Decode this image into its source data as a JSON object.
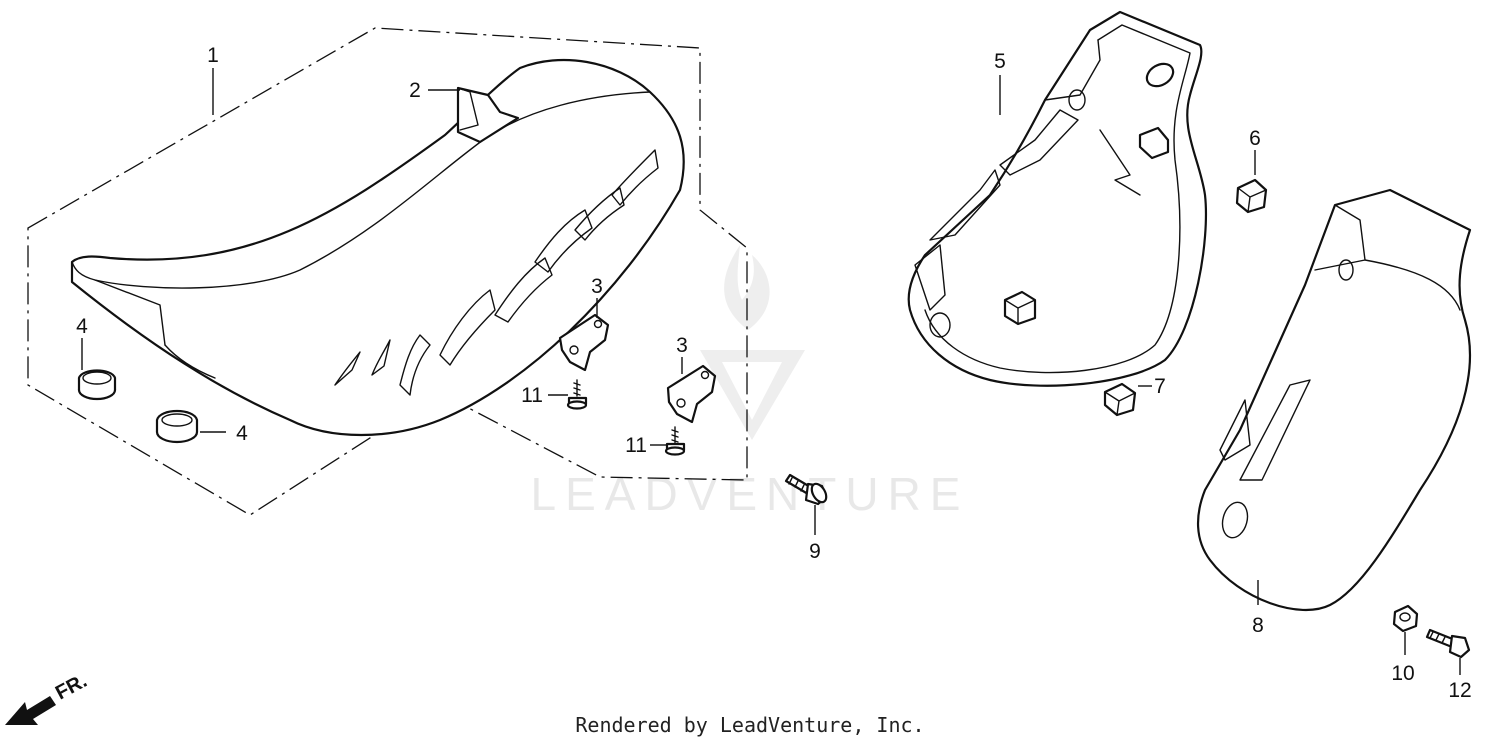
{
  "callouts": {
    "c1": "1",
    "c2": "2",
    "c3a": "3",
    "c3b": "3",
    "c4a": "4",
    "c4b": "4",
    "c5": "5",
    "c6": "6",
    "c7": "7",
    "c8": "8",
    "c9": "9",
    "c10": "10",
    "c11a": "11",
    "c11b": "11",
    "c12": "12"
  },
  "direction_label": "FR.",
  "watermark": "LEADVENTURE",
  "footer": "Rendered by LeadVenture, Inc."
}
